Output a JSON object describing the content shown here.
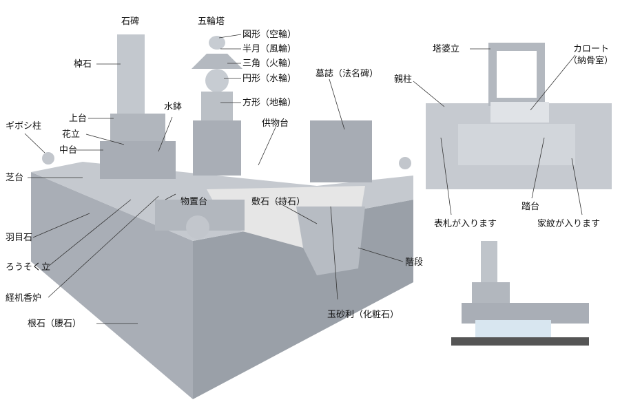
{
  "main_labels": {
    "sekihi": "石碑",
    "gorinto": "五輪塔",
    "zukei": "図形（空輪）",
    "hangetsu": "半月（風輪）",
    "sankaku": "三角（火輪）",
    "enkei": "円形（水輪）",
    "hokei": "方形（地輪）",
    "saoishi": "棹石",
    "mizubachi": "水鉢",
    "joudai": "上台",
    "hanatate": "花立",
    "chudai": "中台",
    "giboshi": "ギボシ柱",
    "shibadai": "芝台",
    "kumotsudai": "供物台",
    "boshi": "墓誌（法名碑）",
    "monooki": "物置台",
    "shikiishi": "敷石（持石）",
    "hameishi": "羽目石",
    "rousoku": "ろうそく立",
    "kyouzukue": "経机香炉",
    "kaidan": "階段",
    "tamajari": "玉砂利（化粧石）",
    "neishi": "根石（腰石）"
  },
  "side_labels": {
    "toubatate": "塔婆立",
    "karoto": "カロート",
    "karoto_sub": "（納骨室）",
    "oyabashira": "親柱",
    "fumidai": "踏台",
    "hyousatsu": "表札が入ります",
    "kamon": "家紋が入ります"
  },
  "colors": {
    "stone": "#b9bec6",
    "stone_dark": "#8f959e",
    "stone_light": "#d7dbe0",
    "gravel": "#e8e8e8"
  }
}
